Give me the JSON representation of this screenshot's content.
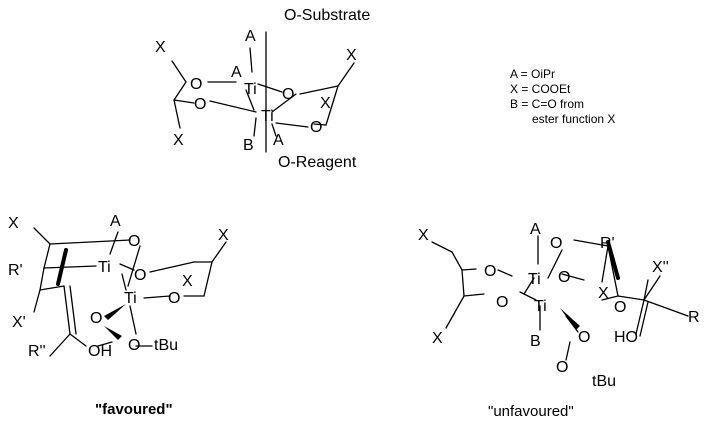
{
  "top_complex": {
    "substrate": "O-Substrate",
    "reagent": "O-Reagent",
    "ti": "Ti",
    "o": "O",
    "a": "A",
    "b": "B",
    "x": "X"
  },
  "legend": [
    "A = OiPr",
    "X = COOEt",
    "B = C=O from",
    "ester function X"
  ],
  "favoured": {
    "ti": "Ti",
    "o": "O",
    "a": "A",
    "x": "X",
    "x_prime": "X'",
    "r_prime": "R'",
    "r_dprime": "R''",
    "oh": "OH",
    "tbu": "tBu",
    "caption": "\"favoured\""
  },
  "unfavoured": {
    "ti": "Ti",
    "o": "O",
    "a": "A",
    "b": "B",
    "x": "X",
    "x_dprime": "X''",
    "r_prime": "R'",
    "r": "R",
    "ho": "HO",
    "tbu": "tBu",
    "caption": "\"unfavoured\""
  }
}
